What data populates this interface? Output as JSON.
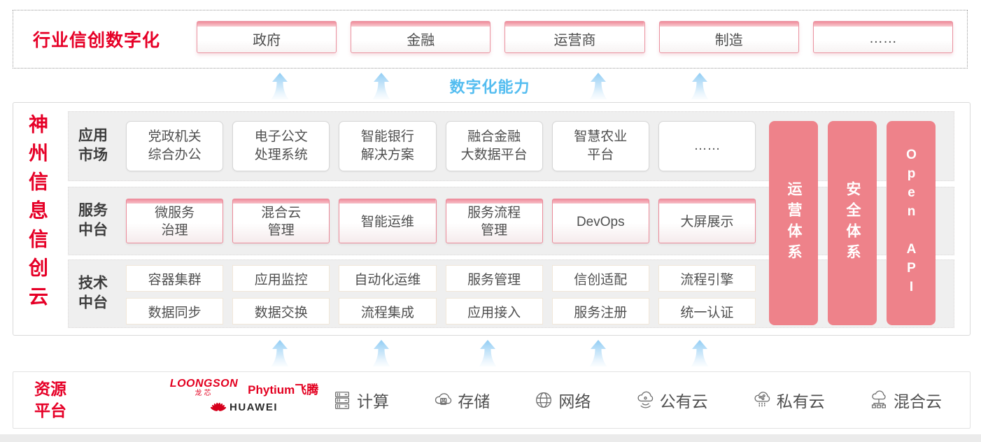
{
  "top": {
    "title": "行业信创数字化",
    "industries": [
      "政府",
      "金融",
      "运营商",
      "制造",
      "……"
    ]
  },
  "capability": {
    "label": "数字化能力"
  },
  "main": {
    "vertical_title": "神州信息信创云",
    "rows": [
      {
        "label": "应用\n市场",
        "items": [
          "党政机关\n综合办公",
          "电子公文\n处理系统",
          "智能银行\n解决方案",
          "融合金融\n大数据平台",
          "智慧农业\n平台",
          "……"
        ]
      },
      {
        "label": "服务\n中台",
        "items": [
          "微服务\n治理",
          "混合云\n管理",
          "智能运维",
          "服务流程\n管理",
          "DevOps",
          "大屏展示"
        ]
      },
      {
        "label": "技术\n中台",
        "items_top": [
          "容器集群",
          "应用监控",
          "自动化运维",
          "服务管理",
          "信创适配",
          "流程引擎"
        ],
        "items_bottom": [
          "数据同步",
          "数据交换",
          "流程集成",
          "应用接入",
          "服务注册",
          "统一认证"
        ]
      }
    ],
    "side_bars": [
      "运营体系",
      "安全体系",
      "Open API"
    ]
  },
  "resource": {
    "label": "资源\n平台",
    "vendors": {
      "loongson": "LOONGSON",
      "loongson_cn": "龙芯",
      "phytium": "Phytium飞腾",
      "huawei": "HUAWEI"
    },
    "items": [
      {
        "name": "计算",
        "icon": "server-icon"
      },
      {
        "name": "存储",
        "icon": "storage-cloud-icon"
      },
      {
        "name": "网络",
        "icon": "network-globe-icon"
      },
      {
        "name": "公有云",
        "icon": "public-cloud-icon"
      },
      {
        "name": "私有云",
        "icon": "private-cloud-icon"
      },
      {
        "name": "混合云",
        "icon": "hybrid-cloud-icon"
      }
    ]
  },
  "colors": {
    "accent_red": "#e60027",
    "bar_pink": "#ee828a",
    "capability_blue": "#54bdf0"
  }
}
